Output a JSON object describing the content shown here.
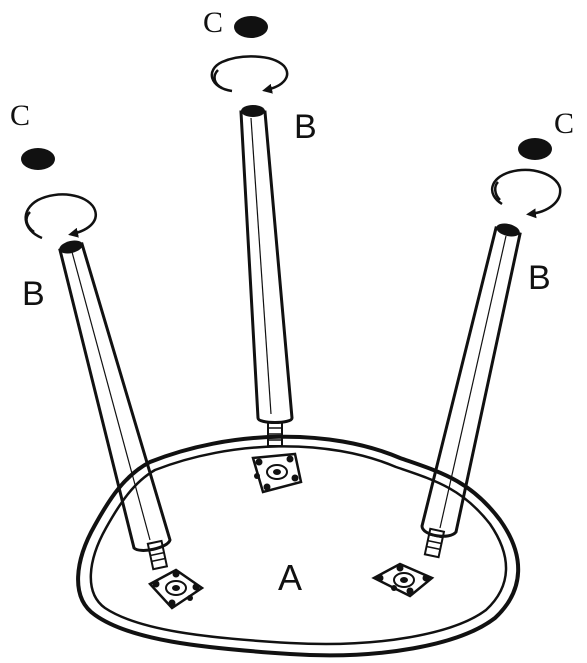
{
  "labels": {
    "tabletop": "A",
    "leg_left": "B",
    "leg_center": "B",
    "leg_right": "B",
    "cap_left": "C",
    "cap_center": "C",
    "cap_right": "C"
  },
  "colors": {
    "ink": "#111111",
    "background": "#ffffff"
  },
  "icons": {
    "rotation": "clockwise-rotation-arrow-icon",
    "cap": "leg-cap-icon",
    "mount": "mounting-plate-icon"
  }
}
